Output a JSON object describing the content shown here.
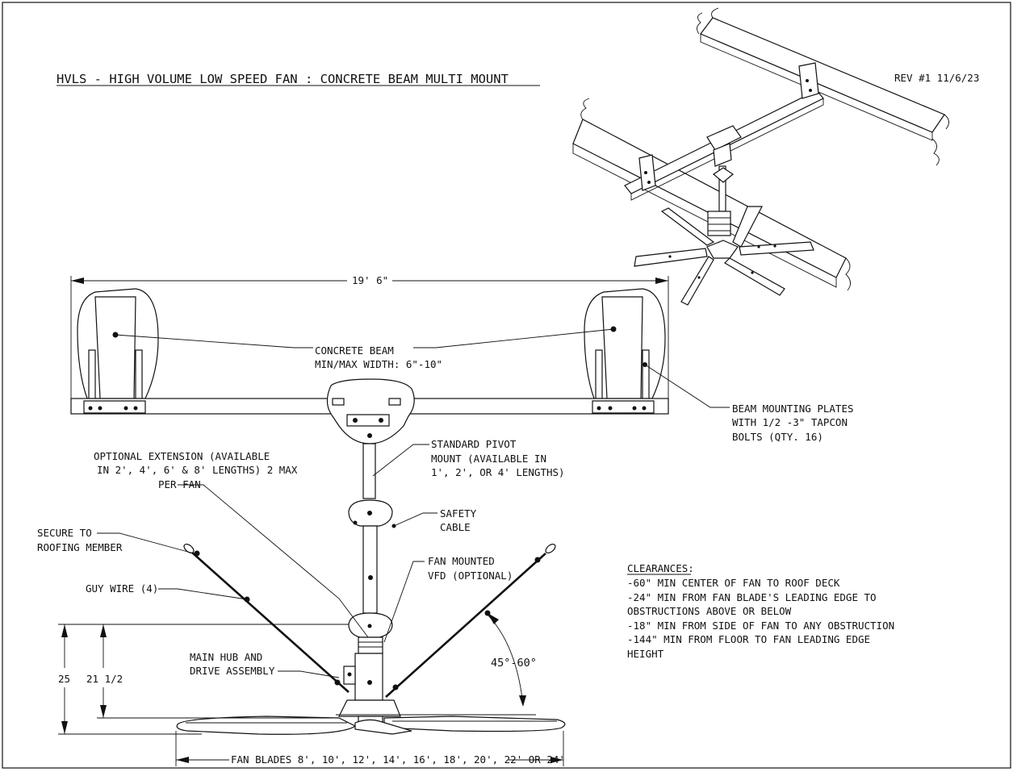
{
  "title": "HVLS - HIGH VOLUME LOW SPEED FAN : CONCRETE BEAM MULTI MOUNT",
  "revision": "REV #1 11/6/23",
  "dimensions": {
    "overall_width": "19' 6\"",
    "height_outer": "25",
    "height_inner": "21 1/2",
    "fan_blades": "FAN BLADES 8', 10', 12', 14', 16', 18', 20', 22' OR 24'",
    "angle": "45°-60°"
  },
  "callouts": {
    "concrete_beam": [
      "CONCRETE BEAM",
      "MIN/MAX WIDTH: 6\"-10\""
    ],
    "beam_plates": [
      "BEAM MOUNTING PLATES",
      "WITH 1/2 -3\" TAPCON",
      "BOLTS (QTY. 16)"
    ],
    "optional_extension": [
      "OPTIONAL EXTENSION (AVAILABLE",
      "IN 2', 4', 6' & 8' LENGTHS) 2 MAX",
      "PER FAN"
    ],
    "pivot_mount": [
      "STANDARD PIVOT",
      "MOUNT (AVAILABLE IN",
      "1', 2', OR 4' LENGTHS)"
    ],
    "safety_cable": [
      "SAFETY",
      "CABLE"
    ],
    "secure": [
      "SECURE TO",
      "ROOFING MEMBER"
    ],
    "guy_wire": [
      "GUY WIRE (4)"
    ],
    "vfd": [
      "FAN MOUNTED",
      "VFD (OPTIONAL)"
    ],
    "main_hub": [
      "MAIN HUB AND",
      "DRIVE ASSEMBLY"
    ]
  },
  "clearances": {
    "heading": "CLEARANCES:",
    "lines": [
      "-60\" MIN CENTER OF FAN TO ROOF DECK",
      "-24\" MIN FROM FAN BLADE'S LEADING EDGE TO",
      "OBSTRUCTIONS ABOVE OR BELOW",
      "-18\" MIN FROM SIDE OF FAN TO ANY OBSTRUCTION",
      "-144\" MIN FROM FLOOR TO FAN LEADING EDGE",
      "HEIGHT"
    ]
  }
}
